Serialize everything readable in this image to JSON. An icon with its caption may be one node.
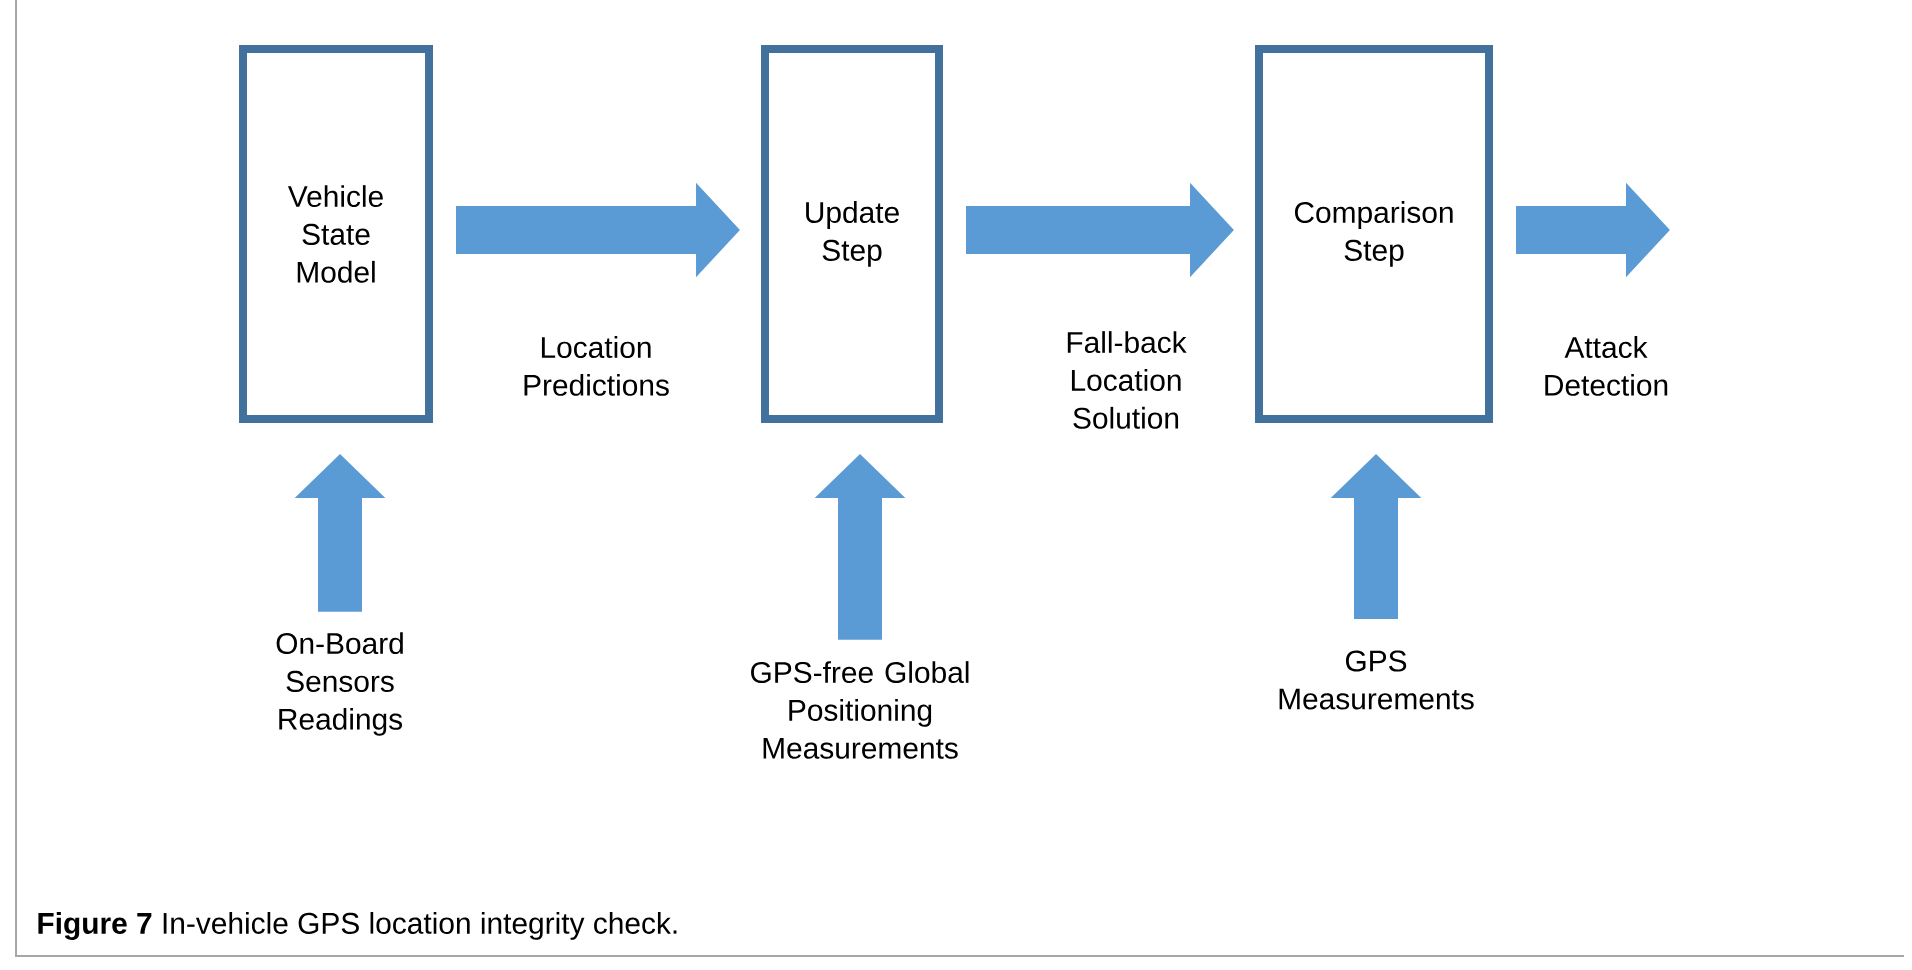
{
  "diagram": {
    "caption": "**Figure 7** In-vehicle GPS location integrity check.",
    "nodes": [
      {
        "text": [
          "Vehicle State Model"
        ]
      },
      {
        "text": [
          "Update Step"
        ]
      },
      {
        "text": [
          "Comparison Step"
        ]
      },
      {
        "text": [
          "On-Board Sensors Readings"
        ]
      },
      {
        "text": [
          "GPS-free Global Positioning Measurements"
        ]
      },
      {
        "text": [
          "GPS Measurements"
        ]
      }
    ],
    "edges": [
      {
        "from": 0,
        "to": 1,
        "arrow": "to",
        "label": "Location Predictions"
      },
      {
        "from": 1,
        "to": 2,
        "arrow": "to",
        "label": "Fall-back Location Solution"
      },
      {
        "from": 2,
        "to": null,
        "arrow": "to",
        "label": "Attack Detection"
      },
      {
        "from": 3,
        "to": 0,
        "arrow": "to"
      },
      {
        "from": 4,
        "to": 1,
        "arrow": "to"
      },
      {
        "from": 5,
        "to": 2,
        "arrow": "to"
      }
    ]
  }
}
